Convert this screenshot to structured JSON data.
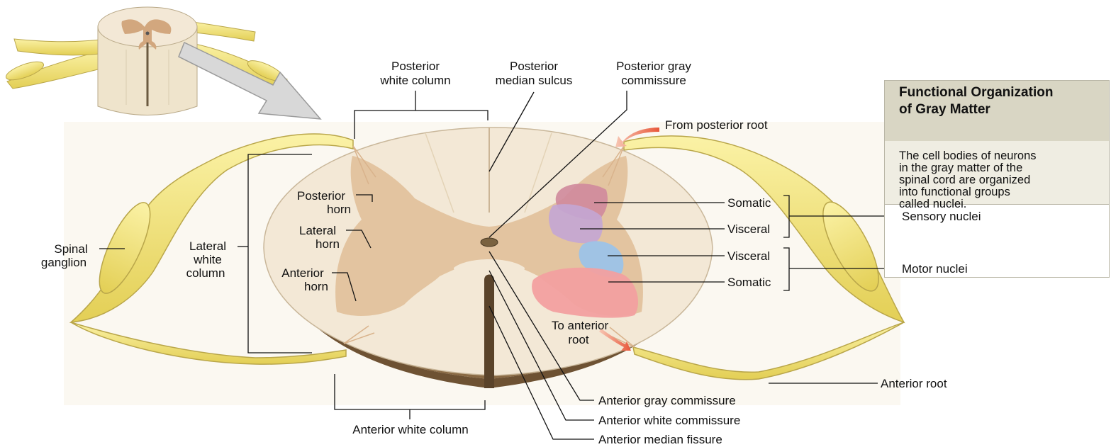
{
  "figure": {
    "labels": {
      "posterior_white_column": [
        "Posterior",
        "white column"
      ],
      "posterior_median_sulcus": [
        "Posterior",
        "median sulcus"
      ],
      "posterior_gray_commissure": [
        "Posterior gray",
        "commissure"
      ],
      "from_posterior_root": "From posterior root",
      "spinal_ganglion": [
        "Spinal",
        "ganglion"
      ],
      "lateral_white_column": [
        "Lateral",
        "white",
        "column"
      ],
      "posterior_horn": [
        "Posterior",
        "horn"
      ],
      "lateral_horn": [
        "Lateral",
        "horn"
      ],
      "anterior_horn": [
        "Anterior",
        "horn"
      ],
      "somatic_sensory": "Somatic",
      "visceral_sensory": "Visceral",
      "visceral_motor": "Visceral",
      "somatic_motor": "Somatic",
      "to_anterior_root": [
        "To anterior",
        "root"
      ],
      "anterior_root": "Anterior root",
      "anterior_white_column": "Anterior white column",
      "anterior_gray_commissure": "Anterior gray commissure",
      "anterior_white_commissure": "Anterior white commissure",
      "anterior_median_fissure": "Anterior median fissure"
    }
  },
  "info_box": {
    "title": [
      "Functional Organization",
      "of Gray Matter"
    ],
    "description": [
      "The cell bodies of neurons",
      "in the gray matter of the",
      "spinal cord are organized",
      "into functional groups",
      "called nuclei."
    ],
    "sensory_nuclei": "Sensory nuclei",
    "motor_nuclei": "Motor nuclei"
  },
  "colors": {
    "white_matter": "#f3e8d6",
    "gray_matter": "#e2c29d",
    "cord_side": "#8a6a44",
    "nerve": "#f1e27a",
    "nerve_outline": "#b9a64a",
    "somatic_sensory": "#cf8a9c",
    "visceral_sensory": "#c3a6d4",
    "visceral_motor": "#9cc3e8",
    "somatic_motor": "#f2a0a0",
    "arrow_red": "#e8573a",
    "box_header": "#d9d6c4",
    "box_body": "#efede2"
  }
}
